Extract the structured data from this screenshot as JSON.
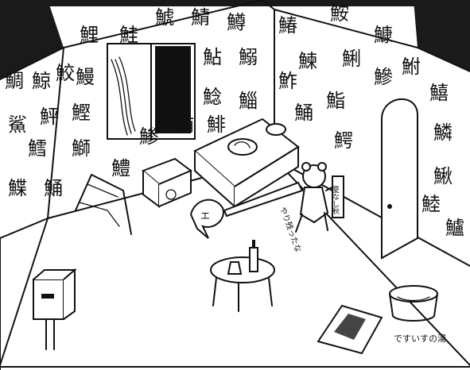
{
  "scene": {
    "top_scribble": "",
    "dialogs": {
      "cat_tag": "エ",
      "bear_note": "やり残ったな",
      "sign": "夏なし秋",
      "bucket_label": "ですいすの湯"
    },
    "wall_left": [
      "鯉",
      "鮭",
      "鯱",
      "鯖",
      "鱒",
      "鯨",
      "鮫",
      "鯛",
      "鰻",
      "鮎",
      "鰯",
      "鯊",
      "鮃",
      "鰹",
      "鯰",
      "鯔",
      "鱈",
      "鰤",
      "鯵",
      "鮪",
      "鯡",
      "鰈",
      "鯒",
      "鱧"
    ],
    "wall_right": [
      "鰆",
      "鮟",
      "鱇",
      "鮒",
      "鰊",
      "鯏",
      "鰺",
      "鱚",
      "鮓",
      "鮨",
      "鯒",
      "鰐",
      "鱗",
      "鰍",
      "鯥",
      "鱸"
    ],
    "colors": {
      "ink": "#111111",
      "dark_corner": "#1a1a1a"
    },
    "icons": [
      "mailbox-icon",
      "table-icon",
      "bottle-icon",
      "glass-icon",
      "bed-icon",
      "bucket-icon",
      "cat-icon",
      "bear-icon",
      "door-icon",
      "box-icon",
      "frame-icon",
      "tray-icon"
    ]
  }
}
